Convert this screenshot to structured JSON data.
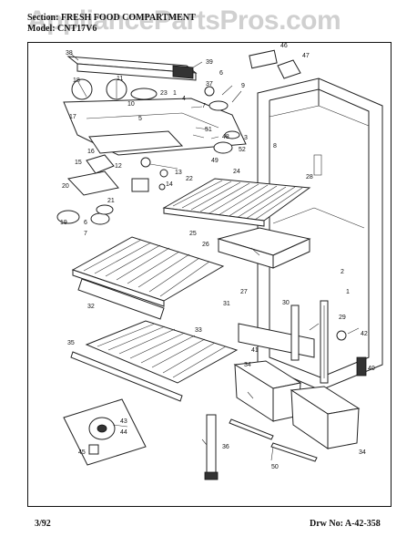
{
  "header": {
    "section_line": "Section: FRESH FOOD COMPARTMENT",
    "model_line": "Model: CNT17V6",
    "watermark": "AppliancePartsPros.com"
  },
  "footer": {
    "date": "3/92",
    "drawing_number": "Drw No: A-42-358"
  },
  "callouts": [
    "1",
    "2",
    "3",
    "4",
    "5",
    "6",
    "7",
    "8",
    "9",
    "10",
    "11",
    "12",
    "13",
    "14",
    "15",
    "16",
    "17",
    "18",
    "19",
    "20",
    "21",
    "22",
    "23",
    "24",
    "25",
    "26",
    "27",
    "28",
    "29",
    "30",
    "31",
    "32",
    "33",
    "34",
    "35",
    "36",
    "37",
    "38",
    "39",
    "40",
    "41",
    "42",
    "43",
    "44",
    "45",
    "46",
    "47",
    "48",
    "49",
    "50",
    "51",
    "52"
  ]
}
